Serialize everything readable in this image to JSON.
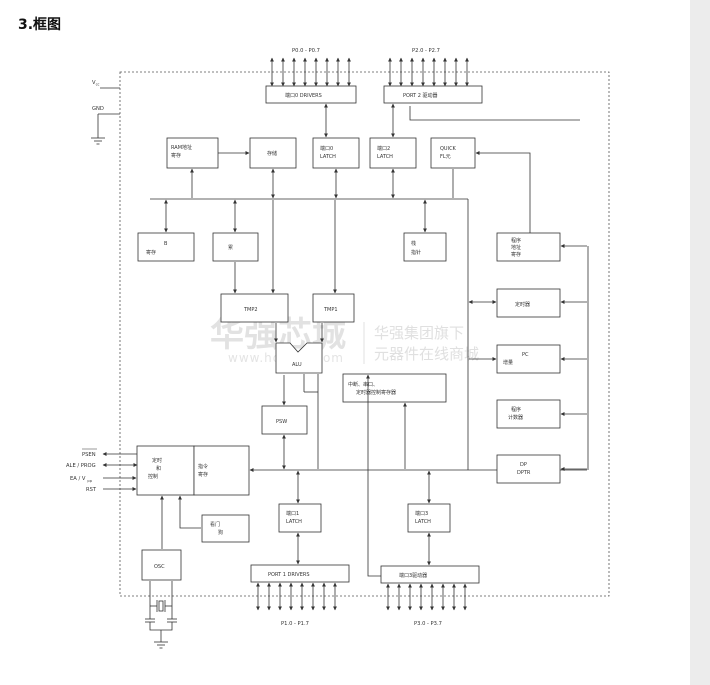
{
  "heading": "3.框图",
  "colors": {
    "line": "#333333",
    "box_border": "#333333",
    "watermark": "#e0e0e0",
    "side_strip": "#ececec"
  },
  "watermark": {
    "brand": "华强芯城",
    "url": "www.hqchip.com",
    "line1": "华强集团旗下",
    "line2": "元器件在线商城"
  },
  "pins": {
    "vcc": "V",
    "vcc_sub": "cc",
    "gnd": "GND",
    "psen": "PSEN",
    "ale_prog": "ALE / PROG",
    "ea_vpp": "EA / V",
    "ea_vpp_sub": "pp",
    "rst": "RST"
  },
  "ports": {
    "p0_range": "P0.0 - P0.7",
    "p2_range": "P2.0 - P2.7",
    "p1_range": "P1.0 - P1.7",
    "p3_range": "P3.0 - P3.7"
  },
  "blocks": {
    "port0_drivers": "端口0 DRIVERS",
    "port2_drivers": "PORT 2 驱动器",
    "ram_addr_l1": "RAM地址",
    "ram_addr_l2": "寄存",
    "ram": "存储",
    "port0_latch_l1": "端口0",
    "port0_latch_l2": "LATCH",
    "port2_latch_l1": "端口2",
    "port2_latch_l2": "LATCH",
    "quick_flash_l1": "QUICK",
    "quick_flash_l2": "FL元",
    "b_reg_l1": "B",
    "b_reg_l2": "寄存",
    "acc": "累",
    "stack_ptr_l1": "栈",
    "stack_ptr_l2": "指针",
    "tmp2": "TMP2",
    "tmp1": "TMP1",
    "alu": "ALU",
    "prog_addr_l1": "程序",
    "prog_addr_l2": "地址",
    "prog_addr_l3": "寄存",
    "timer_ctrl": "定时器",
    "psw": "PSW",
    "interrupt_l1": "中断、串口、",
    "interrupt_l2": "定时器控制寄存器",
    "pc_l1": "PC",
    "pc_l2": "增量",
    "pc_reg_l1": "程序",
    "pc_reg_l2": "计数器",
    "dptr_l1": "DP",
    "dptr_l2": "DPTR",
    "timing_l1": "定时",
    "timing_l2": "和",
    "timing_l3": "控制",
    "instr_reg_l1": "指令",
    "instr_reg_l2": "寄存",
    "port1_latch_l1": "端口1",
    "port1_latch_l2": "LATCH",
    "port3_latch_l1": "端口3",
    "port3_latch_l2": "LATCH",
    "watchdog_l1": "看门",
    "watchdog_l2": "狗",
    "port1_drivers": "PORT 1 DRIVERS",
    "port3_drivers": "端口3驱动器",
    "osc": "OSC"
  }
}
